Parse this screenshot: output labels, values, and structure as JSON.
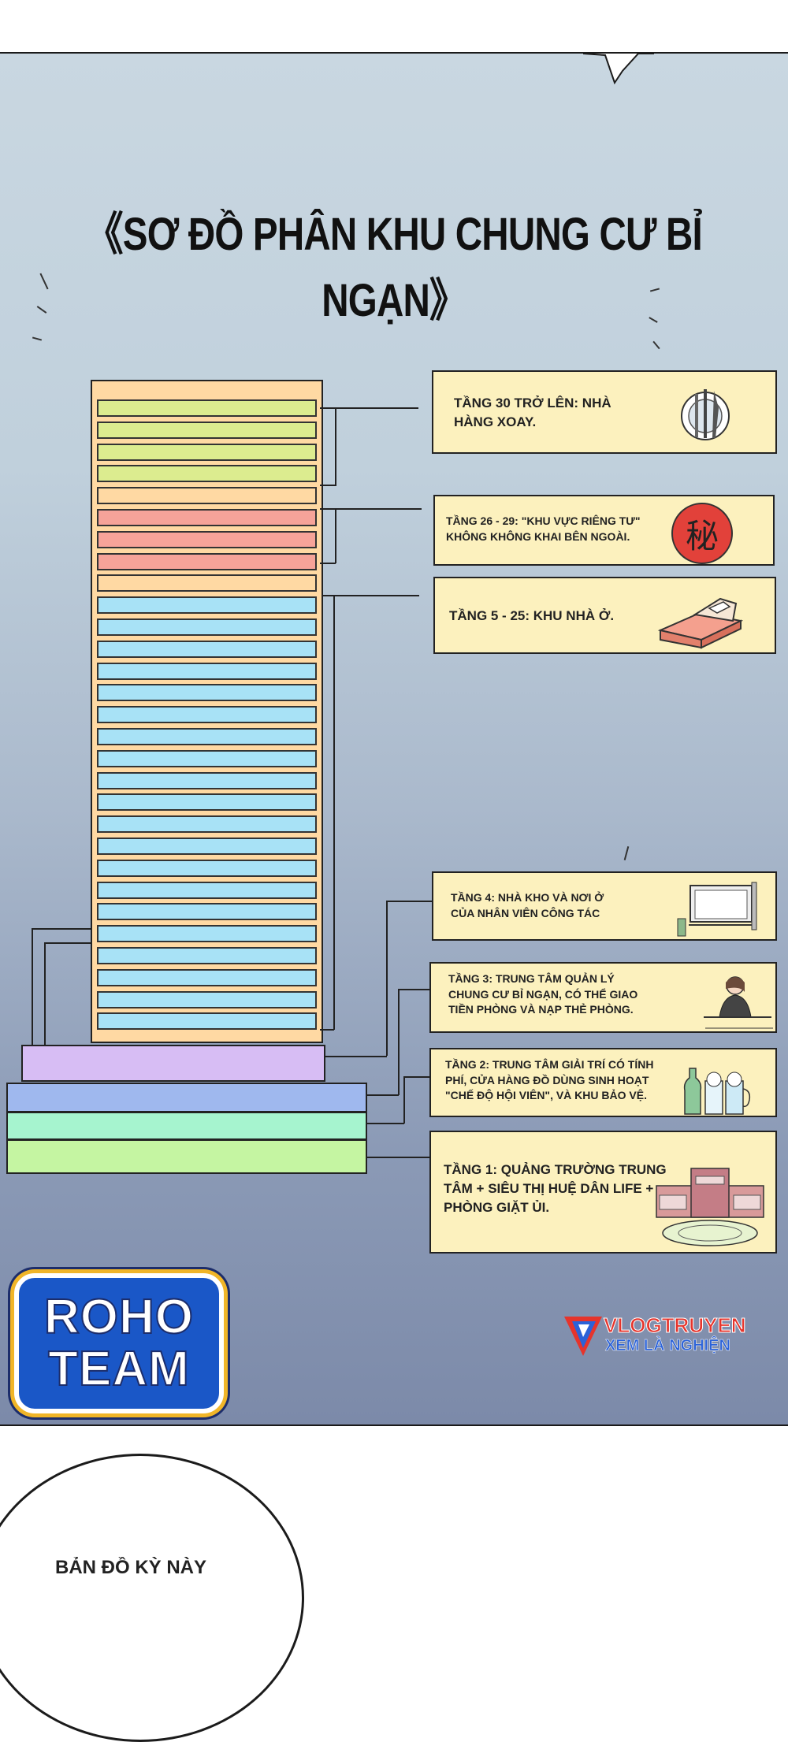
{
  "title": "《SƠ ĐỒ PHÂN KHU CHUNG CƯ BỈ NGẠN》",
  "zones": [
    {
      "label": "TẦNG 30 TRỞ LÊN: NHÀ\nHÀNG XOAY.",
      "icon": "plate-cutlery-icon"
    },
    {
      "label": "TẦNG 26 - 29: \"KHU VỰC RIÊNG TƯ\"\nKHÔNG KHÔNG KHAI BÊN NGOÀI.",
      "icon": "secret-seal-icon",
      "icon_char": "秘"
    },
    {
      "label": "TẦNG 5 - 25: KHU NHÀ Ở.",
      "icon": "bed-icon"
    },
    {
      "label": "TẦNG 4: NHÀ KHO VÀ NƠI Ở\nCỦA NHÂN VIÊN CÔNG TÁC",
      "icon": "storage-shelf-icon"
    },
    {
      "label": "TẦNG 3: TRUNG TÂM QUẢN LÝ\nCHUNG CƯ BỈ NGẠN, CÓ THỂ GIAO\nTIỀN PHÒNG VÀ NẠP THẺ PHÒNG.",
      "icon": "receptionist-icon"
    },
    {
      "label": "TẦNG 2: TRUNG TÂM GIẢI TRÍ CÓ TÍNH\nPHÍ, CỬA HÀNG ĐỒ DÙNG SINH HOẠT\n\"CHẾ ĐỘ HỘI VIÊN\", VÀ KHU BẢO VỆ.",
      "icon": "drinks-icon"
    },
    {
      "label": "TẦNG 1: QUẢNG TRƯỜNG TRUNG\nTÂM + SIÊU THỊ HUỆ DÂN LIFE +\nPHÒNG GIẶT ỦI.",
      "icon": "plaza-building-icon"
    }
  ],
  "colors": {
    "restaurant": "#dcec8f",
    "buffer": "#ffd9a3",
    "private": "#f6a399",
    "residential": "#a8e2f6",
    "floor4": "#d7bdf4",
    "floor3": "#9fb8ee",
    "floor2": "#a6f4cf",
    "floor1": "#c5f5a2"
  },
  "logos": {
    "roho_line1": "ROHO",
    "roho_line2": "TEAM",
    "vlog_line1": "VLOGTRUYEN",
    "vlog_line2": "XEM LÀ NGHIỆN"
  },
  "bubble_text": "BẢN ĐỒ KỲ NÀY"
}
